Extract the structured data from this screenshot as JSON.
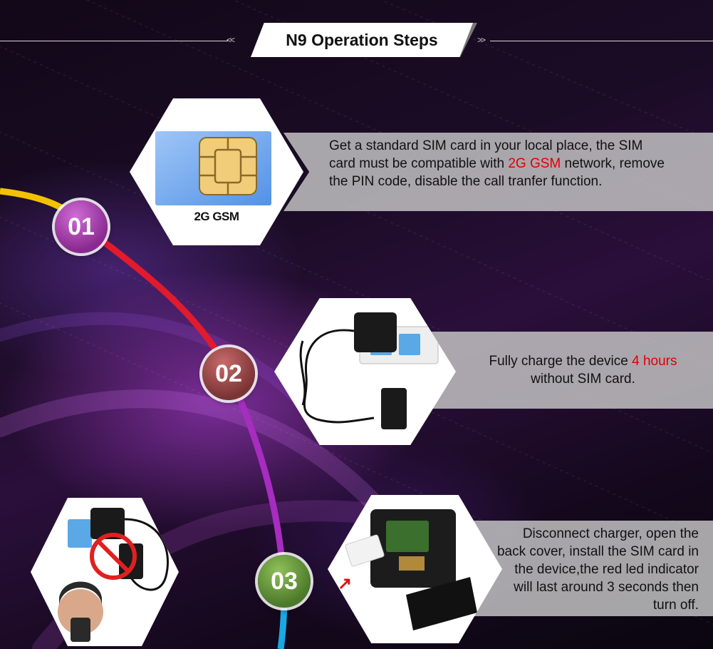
{
  "header": {
    "title": "N9 Operation Steps"
  },
  "steps": [
    {
      "number": "01",
      "image_label": "2G GSM",
      "text_before": "Get a standard SIM card in your local place, the SIM card must be compatible with ",
      "text_highlight": "2G GSM",
      "text_after": " network, remove the PIN code, disable the call tranfer function."
    },
    {
      "number": "02",
      "text_before": "Fully charge the device ",
      "text_highlight": "4 hours",
      "text_after": " without SIM card."
    },
    {
      "number": "03",
      "text": "Disconnect charger, open the back cover, install the SIM card in the device,the red led indicator  will last around 3 seconds then turn off."
    }
  ],
  "colors": {
    "highlight": "#e00000",
    "panel": "#cdcdcd",
    "circle_01": "#a23aa8",
    "circle_02": "#8f4040",
    "circle_03": "#5e8c34"
  }
}
